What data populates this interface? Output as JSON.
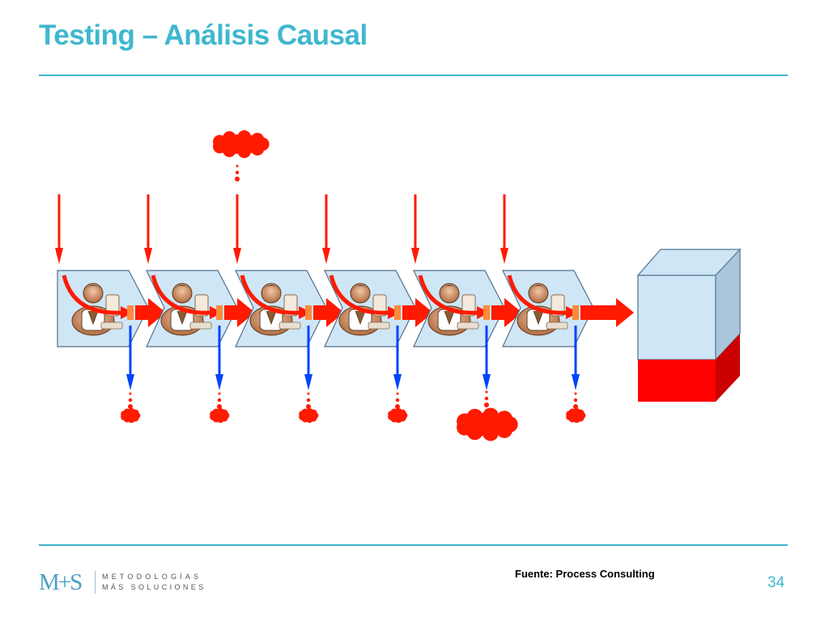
{
  "slide": {
    "title": "Testing – Análisis Causal",
    "source": "Fuente: Process Consulting",
    "page_number": "34"
  },
  "logo": {
    "mark": "M+S",
    "line1": "METODOLOGÍAS",
    "line2": "MÁS SOLUCIONES"
  },
  "colors": {
    "accent": "#3fb7cf",
    "arrow_red": "#ff1a00",
    "arrow_blue": "#0044ff",
    "panel_fill": "#cfe6f6",
    "box_front": "#cfe6f6",
    "box_side": "#a9c6dc",
    "box_red": "#ff0000"
  },
  "diagram": {
    "stages": 6,
    "input_arrows": 6,
    "output_arrows": 6,
    "big_cloud_top_stage": 3,
    "big_cloud_bottom_stage": 5
  }
}
